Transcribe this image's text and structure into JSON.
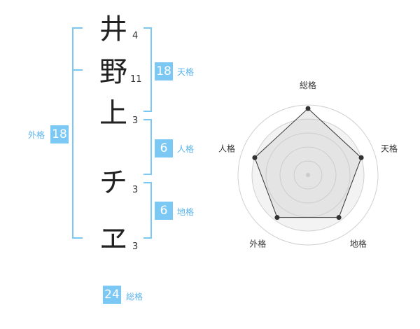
{
  "name": {
    "characters": [
      {
        "char": "井",
        "strokes": "4"
      },
      {
        "char": "野",
        "strokes": "11"
      },
      {
        "char": "上",
        "strokes": "3"
      },
      {
        "char": "チ",
        "strokes": "3"
      },
      {
        "char": "ヱ",
        "strokes": "3"
      }
    ]
  },
  "fortune": {
    "tenkaku": {
      "value": "18",
      "label": "天格"
    },
    "jinkaku": {
      "value": "6",
      "label": "人格"
    },
    "chikaku": {
      "value": "6",
      "label": "地格"
    },
    "gaikaku": {
      "value": "18",
      "label": "外格"
    },
    "soukaku": {
      "value": "24",
      "label": "総格"
    }
  },
  "radar": {
    "axes": [
      "総格",
      "天格",
      "地格",
      "外格",
      "人格"
    ],
    "values": [
      0.95,
      0.8,
      0.75,
      0.75,
      0.8
    ],
    "levels": 5
  },
  "colors": {
    "accent": "#7cc8f5",
    "bracket": "#7cc8f5",
    "label": "#5ab3ea"
  }
}
